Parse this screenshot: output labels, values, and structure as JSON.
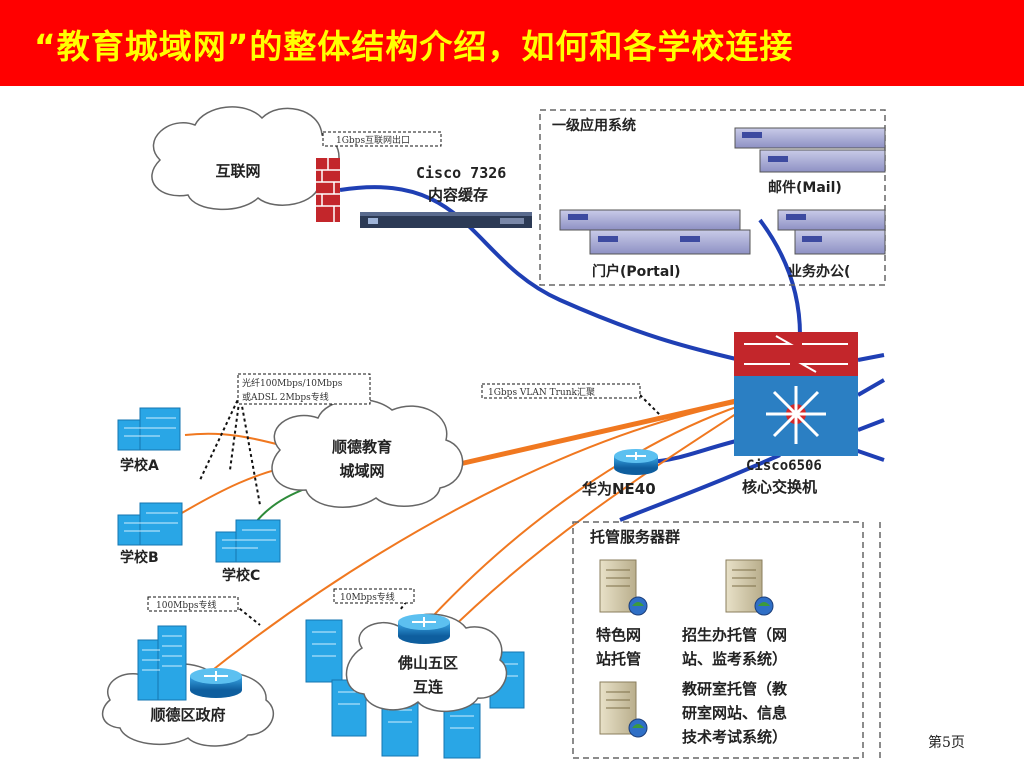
{
  "slide": {
    "title": "“教育城域网”的整体结构介绍，如何和各学校连接",
    "page_number": "第5页"
  },
  "diagram": {
    "internet": "互联网",
    "firewall_note": "1Gbps互联网出口",
    "cache_device_line1": "Cisco 7326",
    "cache_device_line2": "内容缓存",
    "app_group_title": "一级应用系统",
    "mail_label": "邮件(Mail)",
    "portal_label": "门户(Portal)",
    "office_label": "业务办公(",
    "metro_cloud_line1": "顺德教育",
    "metro_cloud_line2": "城域网",
    "fiber_note_line1": "光纤100Mbps/10Mbps",
    "fiber_note_line2": "或ADSL 2Mbps专线",
    "vlan_note": "1Gbps VLAN Trunk汇聚",
    "school_a": "学校A",
    "school_b": "学校B",
    "school_c": "学校C",
    "router_label": "华为NE40",
    "core_switch_line1": "Cisco6506",
    "core_switch_line2": "核心交换机",
    "hosting_group_title": "托管服务器群",
    "hosting_item1_line1": "特色网",
    "hosting_item1_line2": "站托管",
    "hosting_item2_line1": "招生办托管（网",
    "hosting_item2_line2": "站、监考系统）",
    "hosting_item3_line1": "教研室托管（教",
    "hosting_item3_line2": "研室网站、信息",
    "hosting_item3_line3": "技术考试系统）",
    "gov_note": "100Mbps专线",
    "foshan_note": "10Mbps专线",
    "gov_label": "顺德区政府",
    "foshan_line1": "佛山五区",
    "foshan_line2": "互连"
  },
  "colors": {
    "title_bg": "#ff0000",
    "title_fg": "#ffff00",
    "link_blue": "#1f3fb4",
    "link_orange": "#f07820",
    "link_green": "#2e8b3a",
    "building_blue": "#29a6e6"
  }
}
